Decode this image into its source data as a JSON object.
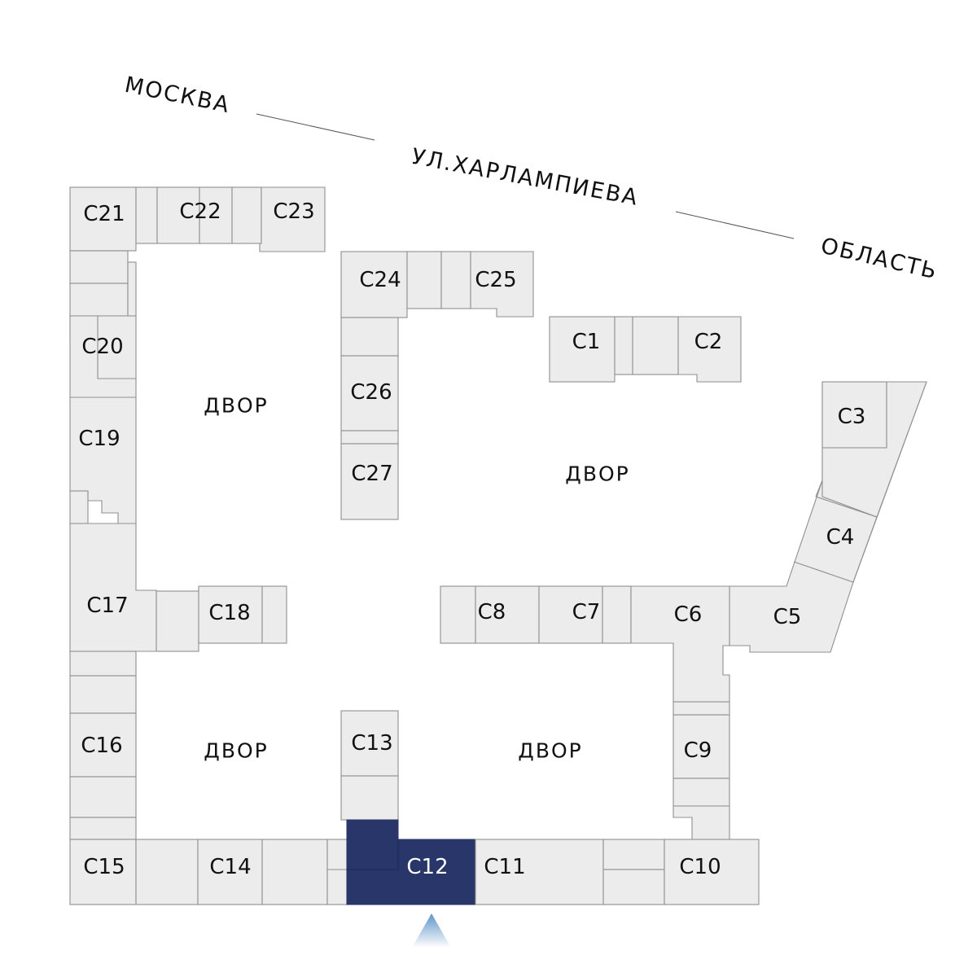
{
  "street": {
    "left": "МОСКВА",
    "center": "УЛ.ХАРЛАМПИЕВА",
    "right": "ОБЛАСТЬ"
  },
  "yard_label": "ДВОР",
  "selected_section": "С12",
  "colors": {
    "building": "#ececec",
    "outline": "#8f8f8f",
    "selected": "#283669",
    "marker": "#8fb4d9"
  },
  "sections": {
    "s1": "С1",
    "s2": "С2",
    "s3": "С3",
    "s4": "С4",
    "s5": "С5",
    "s6": "С6",
    "s7": "С7",
    "s8": "С8",
    "s9": "С9",
    "s10": "С10",
    "s11": "С11",
    "s12": "С12",
    "s13": "С13",
    "s14": "С14",
    "s15": "С15",
    "s16": "С16",
    "s17": "С17",
    "s18": "С18",
    "s19": "С19",
    "s20": "С20",
    "s21": "С21",
    "s22": "С22",
    "s23": "С23",
    "s24": "С24",
    "s25": "С25",
    "s26": "С26",
    "s27": "С27"
  }
}
